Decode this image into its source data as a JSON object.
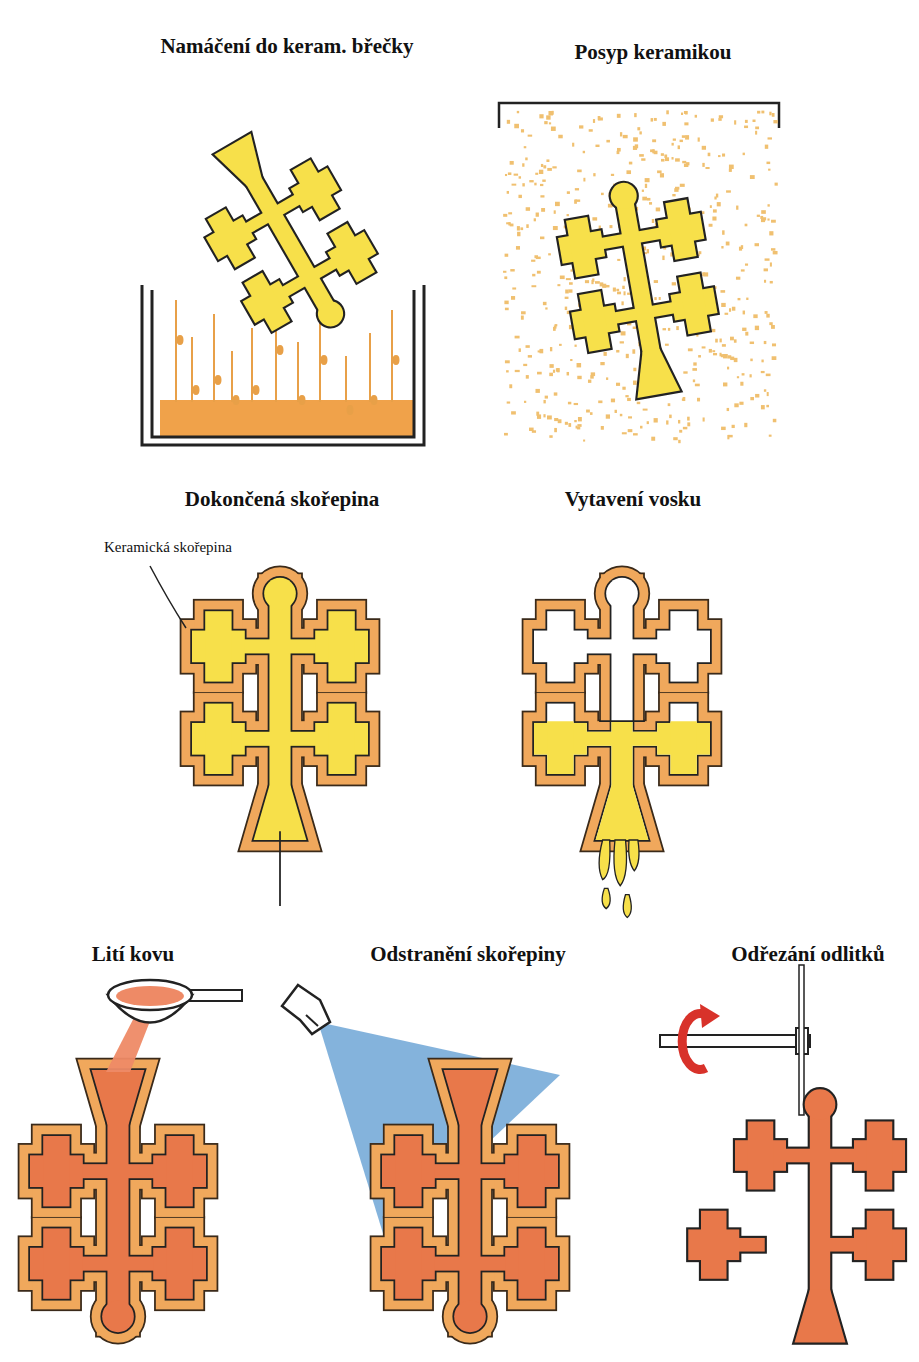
{
  "diagram": {
    "labels": [
      "Namáčení do keram. břečky",
      "Posyp keramikou",
      "Dokončená skořepina",
      "Keramická skořepina",
      "Vytavení vosku",
      "Lití kovu",
      "Odstranění skořepiny",
      "Odřezání odlitků"
    ]
  }
}
